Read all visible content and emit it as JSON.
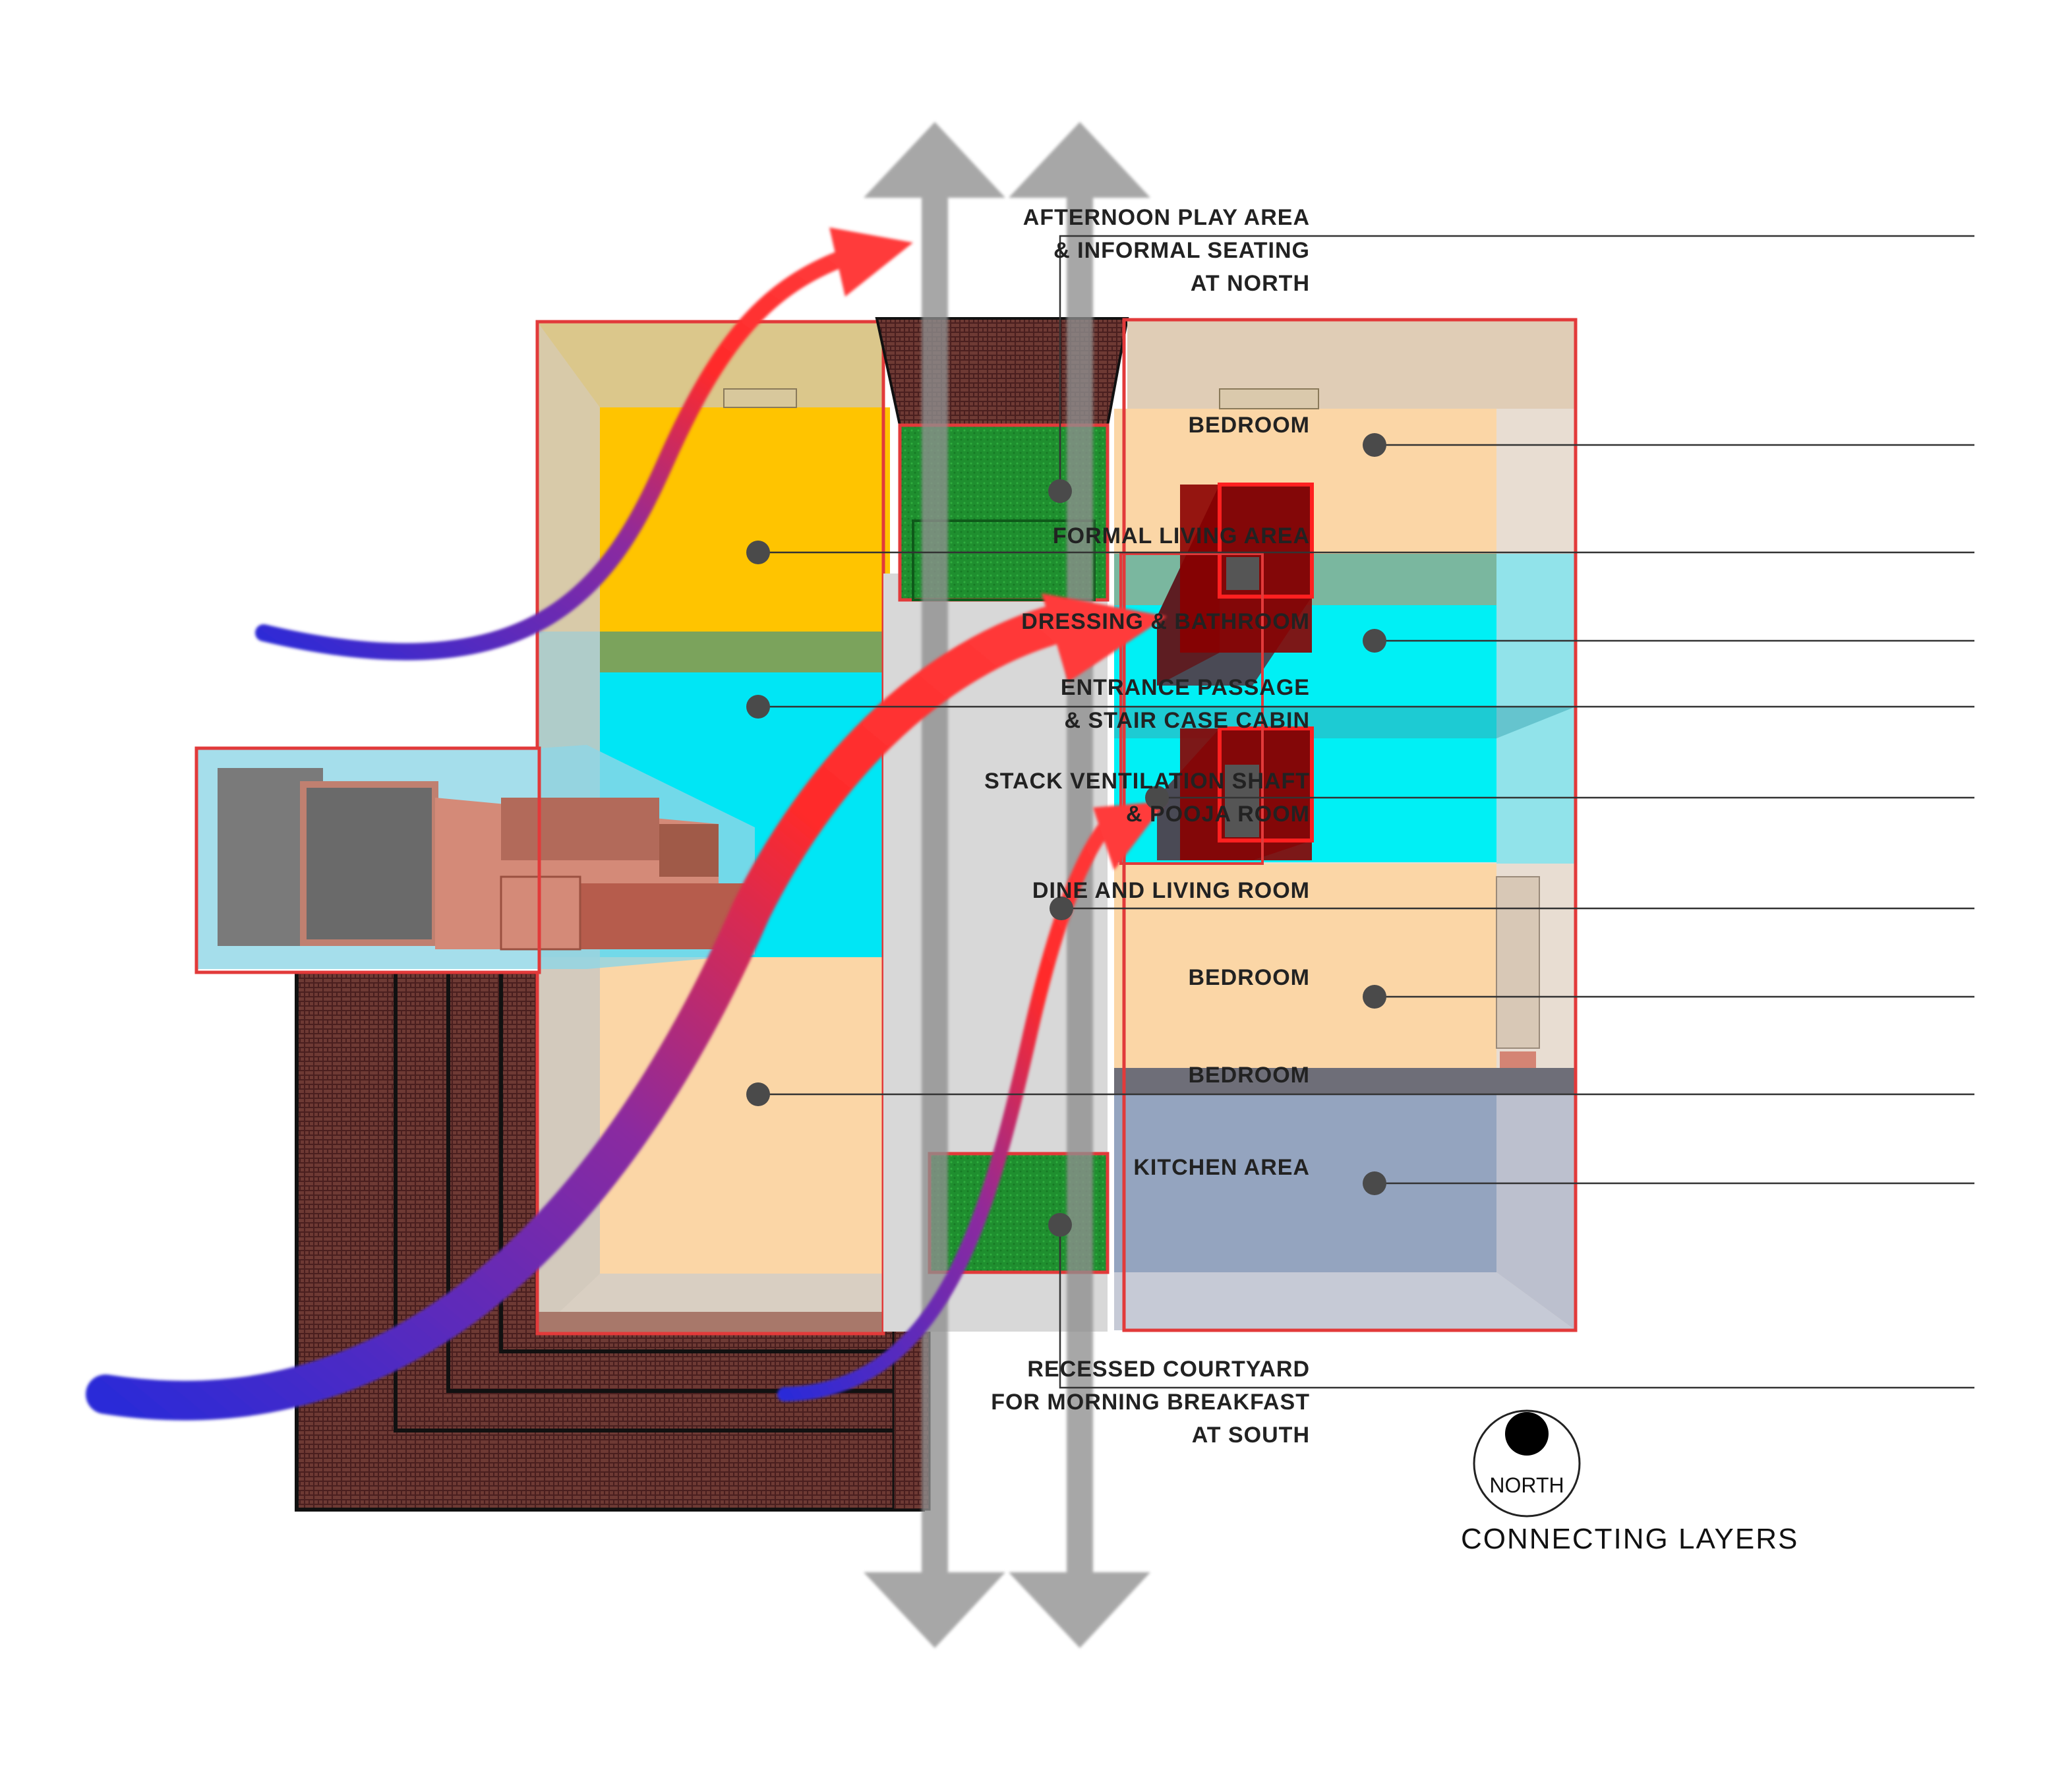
{
  "labels": [
    {
      "id": "afternoon",
      "lines": [
        "AFTERNOON PLAY AREA",
        "& INFORMAL SEATING",
        "AT NORTH"
      ]
    },
    {
      "id": "bedroom-1",
      "lines": [
        "BEDROOM"
      ]
    },
    {
      "id": "formal-living",
      "lines": [
        "FORMAL LIVING AREA"
      ]
    },
    {
      "id": "dressing",
      "lines": [
        "DRESSING & BATHROOM"
      ]
    },
    {
      "id": "entrance",
      "lines": [
        "ENTRANCE PASSAGE",
        "& STAIR CASE CABIN"
      ]
    },
    {
      "id": "stack",
      "lines": [
        "STACK VENTILATION SHAFT",
        "& POOJA ROOM"
      ]
    },
    {
      "id": "dine",
      "lines": [
        "DINE AND LIVING ROOM"
      ]
    },
    {
      "id": "bedroom-2",
      "lines": [
        "BEDROOM"
      ]
    },
    {
      "id": "bedroom-3",
      "lines": [
        "BEDROOM"
      ]
    },
    {
      "id": "kitchen",
      "lines": [
        "KITCHEN AREA"
      ]
    },
    {
      "id": "courtyard",
      "lines": [
        "RECESSED COURTYARD",
        "FOR MORNING BREAKFAST",
        "AT SOUTH"
      ]
    }
  ],
  "compass": {
    "label": "NORTH"
  },
  "footer": {
    "title": "CONNECTING LAYERS"
  },
  "colors": {
    "frame_red": "#e23a3a",
    "room_yellow": "#ffc400",
    "room_cyan": "#00e6f5",
    "room_peach": "#fbd6a6",
    "kitchen_blue": "#94a4bf",
    "courtyard_green": "#1f8f2f",
    "shaft_red": "#8a0000",
    "brick": "#5a2a2a",
    "wind_red": "#ff2a2a",
    "wind_blue": "#2a2ad8",
    "air_arrow_grey": "#8f8f8f"
  }
}
